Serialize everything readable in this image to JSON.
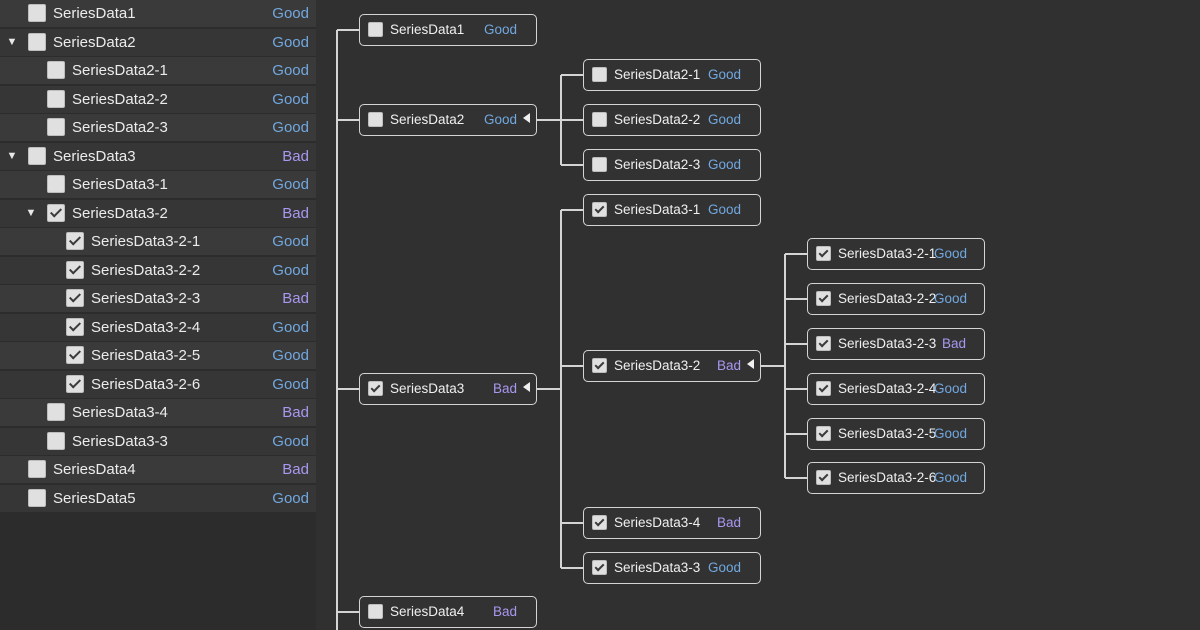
{
  "tree": {
    "rows": [
      {
        "label": "SeriesData1",
        "status": "Good",
        "checked": false,
        "expandable": false
      },
      {
        "label": "SeriesData2",
        "status": "Good",
        "checked": false,
        "expandable": true
      },
      {
        "label": "SeriesData2-1",
        "status": "Good",
        "checked": false,
        "expandable": false
      },
      {
        "label": "SeriesData2-2",
        "status": "Good",
        "checked": false,
        "expandable": false
      },
      {
        "label": "SeriesData2-3",
        "status": "Good",
        "checked": false,
        "expandable": false
      },
      {
        "label": "SeriesData3",
        "status": "Bad",
        "checked": false,
        "expandable": true
      },
      {
        "label": "SeriesData3-1",
        "status": "Good",
        "checked": false,
        "expandable": false
      },
      {
        "label": "SeriesData3-2",
        "status": "Bad",
        "checked": true,
        "expandable": true
      },
      {
        "label": "SeriesData3-2-1",
        "status": "Good",
        "checked": true,
        "expandable": false
      },
      {
        "label": "SeriesData3-2-2",
        "status": "Good",
        "checked": true,
        "expandable": false
      },
      {
        "label": "SeriesData3-2-3",
        "status": "Bad",
        "checked": true,
        "expandable": false
      },
      {
        "label": "SeriesData3-2-4",
        "status": "Good",
        "checked": true,
        "expandable": false
      },
      {
        "label": "SeriesData3-2-5",
        "status": "Good",
        "checked": true,
        "expandable": false
      },
      {
        "label": "SeriesData3-2-6",
        "status": "Good",
        "checked": true,
        "expandable": false
      },
      {
        "label": "SeriesData3-4",
        "status": "Bad",
        "checked": false,
        "expandable": false
      },
      {
        "label": "SeriesData3-3",
        "status": "Good",
        "checked": false,
        "expandable": false
      },
      {
        "label": "SeriesData4",
        "status": "Bad",
        "checked": false,
        "expandable": false
      },
      {
        "label": "SeriesData5",
        "status": "Good",
        "checked": false,
        "expandable": false
      }
    ]
  },
  "graph": {
    "nodes": [
      {
        "label": "SeriesData1",
        "status": "Good",
        "checked": false,
        "collapse": false
      },
      {
        "label": "SeriesData2",
        "status": "Good",
        "checked": false,
        "collapse": true
      },
      {
        "label": "SeriesData2-1",
        "status": "Good",
        "checked": false,
        "collapse": false
      },
      {
        "label": "SeriesData2-2",
        "status": "Good",
        "checked": false,
        "collapse": false
      },
      {
        "label": "SeriesData2-3",
        "status": "Good",
        "checked": false,
        "collapse": false
      },
      {
        "label": "SeriesData3",
        "status": "Bad",
        "checked": true,
        "collapse": true
      },
      {
        "label": "SeriesData3-1",
        "status": "Good",
        "checked": true,
        "collapse": false
      },
      {
        "label": "SeriesData3-2",
        "status": "Bad",
        "checked": true,
        "collapse": true
      },
      {
        "label": "SeriesData3-2-1",
        "status": "Good",
        "checked": true,
        "collapse": false
      },
      {
        "label": "SeriesData3-2-2",
        "status": "Good",
        "checked": true,
        "collapse": false
      },
      {
        "label": "SeriesData3-2-3",
        "status": "Bad",
        "checked": true,
        "collapse": false
      },
      {
        "label": "SeriesData3-2-4",
        "status": "Good",
        "checked": true,
        "collapse": false
      },
      {
        "label": "SeriesData3-2-5",
        "status": "Good",
        "checked": true,
        "collapse": false
      },
      {
        "label": "SeriesData3-2-6",
        "status": "Good",
        "checked": true,
        "collapse": false
      },
      {
        "label": "SeriesData3-4",
        "status": "Bad",
        "checked": true,
        "collapse": false
      },
      {
        "label": "SeriesData3-3",
        "status": "Good",
        "checked": true,
        "collapse": false
      },
      {
        "label": "SeriesData4",
        "status": "Bad",
        "checked": false,
        "collapse": false
      }
    ]
  },
  "colors": {
    "good": "#72a8e0",
    "bad": "#a898f0",
    "connector": "#d4d4d4",
    "background": "#303030"
  },
  "icons": {
    "expand": "caret-down-icon",
    "collapse": "caret-left-icon",
    "checkbox": "checkbox-icon"
  }
}
